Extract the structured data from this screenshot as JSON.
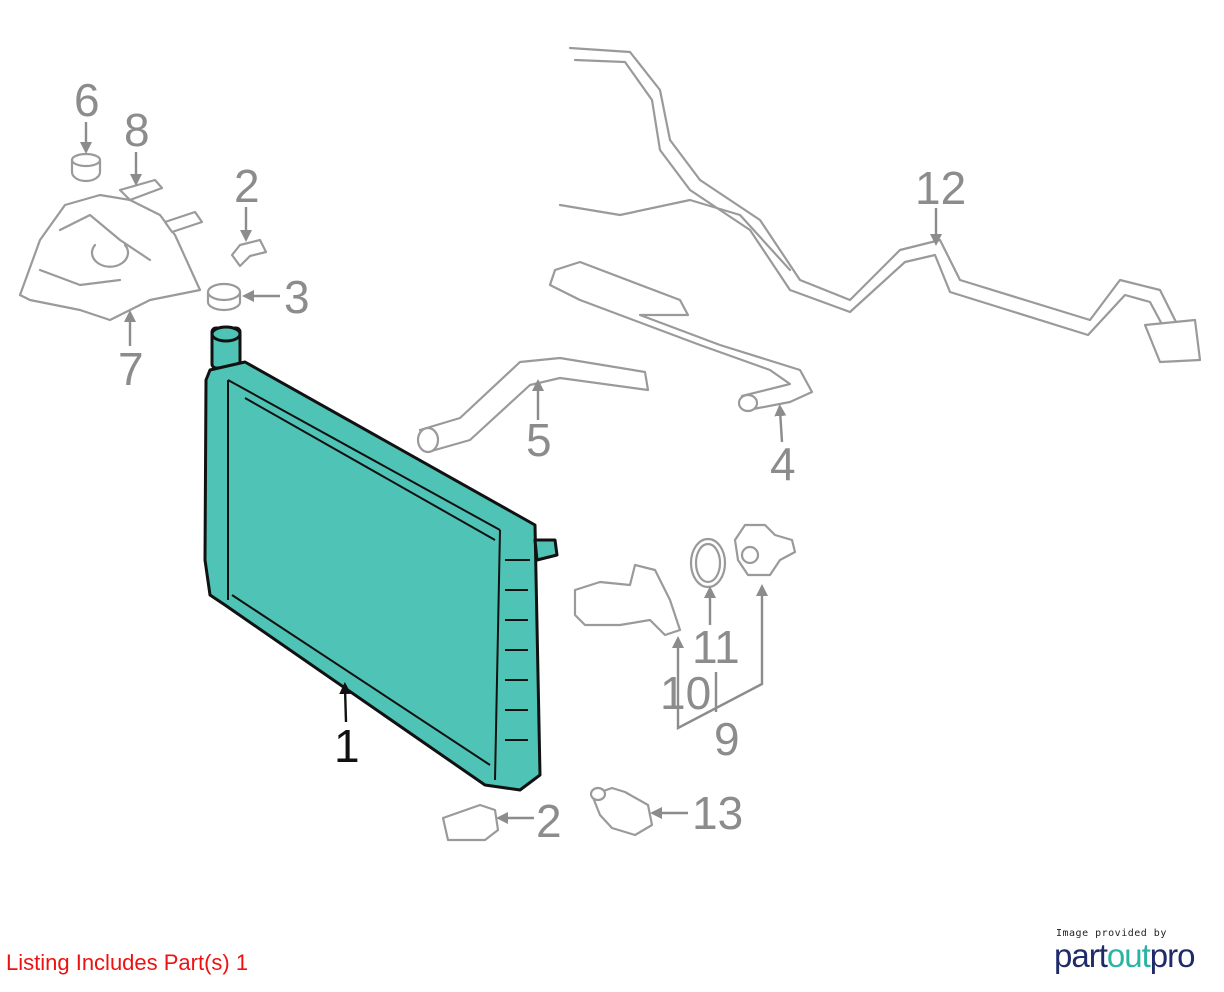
{
  "diagram": {
    "callouts": {
      "c1": "1",
      "c2a": "2",
      "c2b": "2",
      "c3": "3",
      "c4": "4",
      "c5": "5",
      "c6": "6",
      "c7": "7",
      "c8": "8",
      "c9": "9",
      "c10": "10",
      "c11": "11",
      "c12": "12",
      "c13": "13"
    },
    "colors": {
      "highlight": "#4fc3b5",
      "callout": "#8c8c8c",
      "listing": "#ee1111"
    }
  },
  "footer": {
    "listing": "Listing Includes Part(s) 1",
    "provided_by": "Image provided by",
    "brand_part": "part",
    "brand_out": "out",
    "brand_pro": "pro"
  }
}
